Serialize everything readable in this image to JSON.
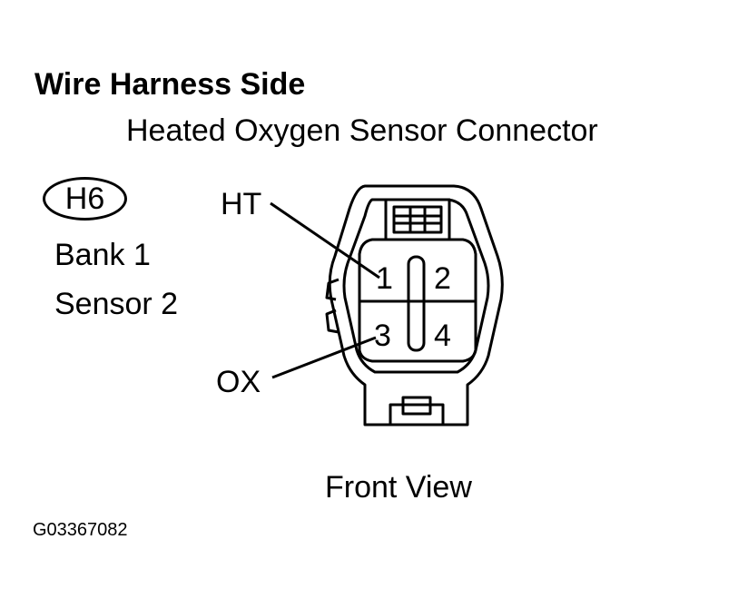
{
  "title": "Wire Harness Side",
  "subtitle": "Heated Oxygen Sensor Connector",
  "connector_id": "H6",
  "location": {
    "bank": "Bank 1",
    "sensor": "Sensor 2"
  },
  "terminals": {
    "pin1": "1",
    "pin2": "2",
    "pin3": "3",
    "pin4": "4",
    "label_ht": "HT",
    "label_ox": "OX"
  },
  "view_label": "Front View",
  "figure_code": "G03367082"
}
